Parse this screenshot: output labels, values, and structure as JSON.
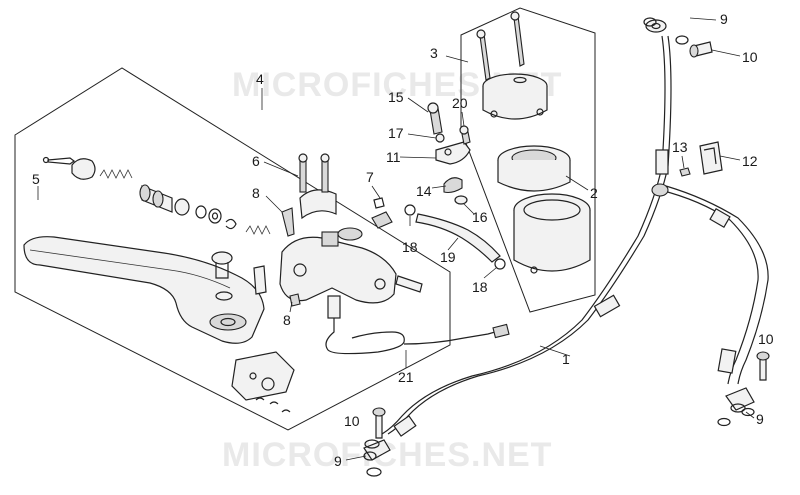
{
  "watermark": {
    "top": "MICROFICHES.NET",
    "bottom": "MICROFICHES.NET"
  },
  "callouts": {
    "c1": "1",
    "c2": "2",
    "c3": "3",
    "c4": "4",
    "c5": "5",
    "c6": "6",
    "c7": "7",
    "c8a": "8",
    "c8b": "8",
    "c9a": "9",
    "c9b": "9",
    "c9c": "9",
    "c10a": "10",
    "c10b": "10",
    "c10c": "10",
    "c11": "11",
    "c12": "12",
    "c13": "13",
    "c14": "14",
    "c15": "15",
    "c16": "16",
    "c17": "17",
    "c18a": "18",
    "c18b": "18",
    "c19": "19",
    "c20": "20",
    "c21": "21"
  }
}
